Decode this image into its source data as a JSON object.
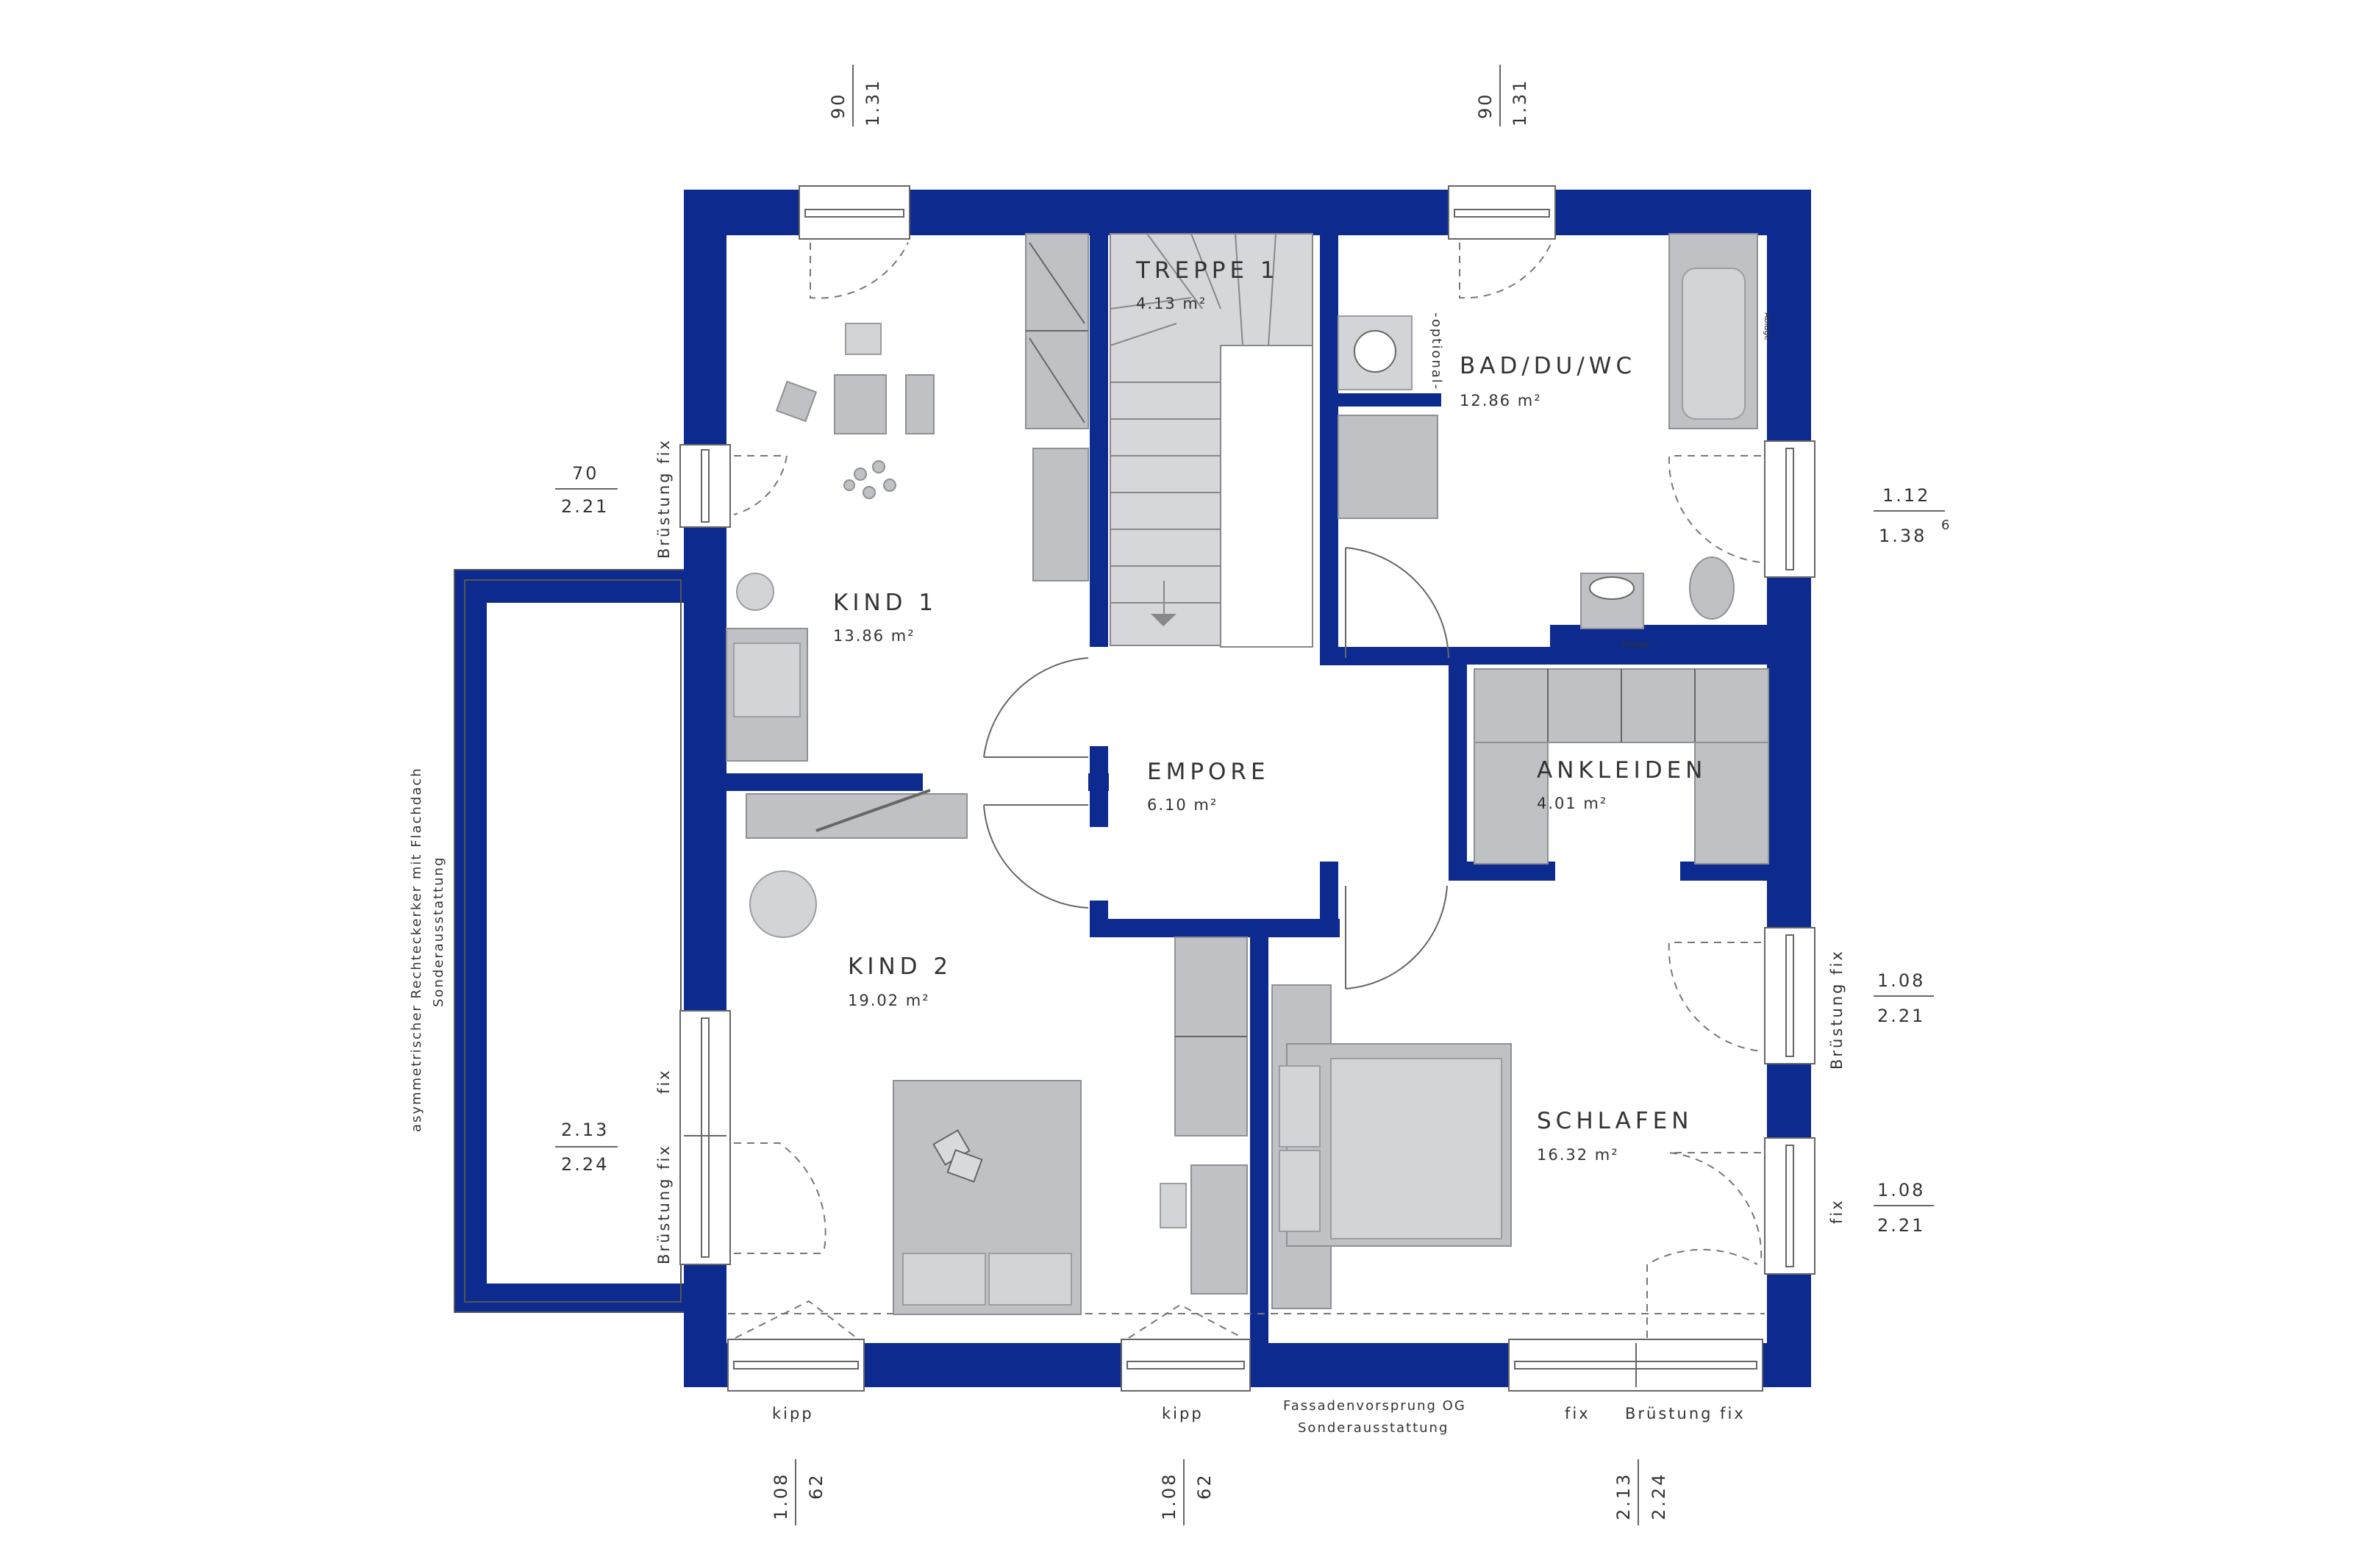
{
  "colors": {
    "wall": "#0d2a8f",
    "furniture": "#bfc1c4",
    "text": "#333333"
  },
  "rooms": {
    "kind1": {
      "name": "KIND 1",
      "area": "13.86 m²"
    },
    "treppe": {
      "name": "TREPPE 1",
      "area": "4.13 m²"
    },
    "bad": {
      "name": "BAD/DU/WC",
      "area": "12.86 m²"
    },
    "empore": {
      "name": "EMPORE",
      "area": "6.10 m²"
    },
    "ankleiden": {
      "name": "ANKLEIDEN",
      "area": "4.01 m²"
    },
    "kind2": {
      "name": "KIND 2",
      "area": "19.02 m²"
    },
    "schlafen": {
      "name": "SCHLAFEN",
      "area": "16.32 m²"
    }
  },
  "window_dims": {
    "top_left": {
      "upper": "90",
      "lower": "1.31"
    },
    "top_right": {
      "upper": "90",
      "lower": "1.31"
    },
    "left_kind1": {
      "upper": "70",
      "lower": "2.21"
    },
    "right_bad": {
      "upper": "1.12",
      "lower": "1.38",
      "sup": "6"
    },
    "right_schlafen_1": {
      "upper": "1.08",
      "lower": "2.21"
    },
    "right_schlafen_2": {
      "upper": "1.08",
      "lower": "2.21"
    },
    "left_kind2": {
      "upper": "2.13",
      "lower": "2.24"
    },
    "bottom_1": {
      "upper": "1.08",
      "lower": "62"
    },
    "bottom_2": {
      "upper": "1.08",
      "lower": "62"
    },
    "bottom_3": {
      "upper": "2.13",
      "lower": "2.24"
    }
  },
  "labels": {
    "bruestung_fix": "Brüstung fix",
    "fix": "fix",
    "kipp": "kipp",
    "optional": "-optional-",
    "ablage": "Ablage",
    "ablage_vertical": "Ablage",
    "erker_line1": "asymmetrischer Rechteckerker mit Flachdach",
    "erker_line2": "Sonderausstattung",
    "fassade_line1": "Fassadenvorsprung OG",
    "fassade_line2": "Sonderausstattung"
  }
}
